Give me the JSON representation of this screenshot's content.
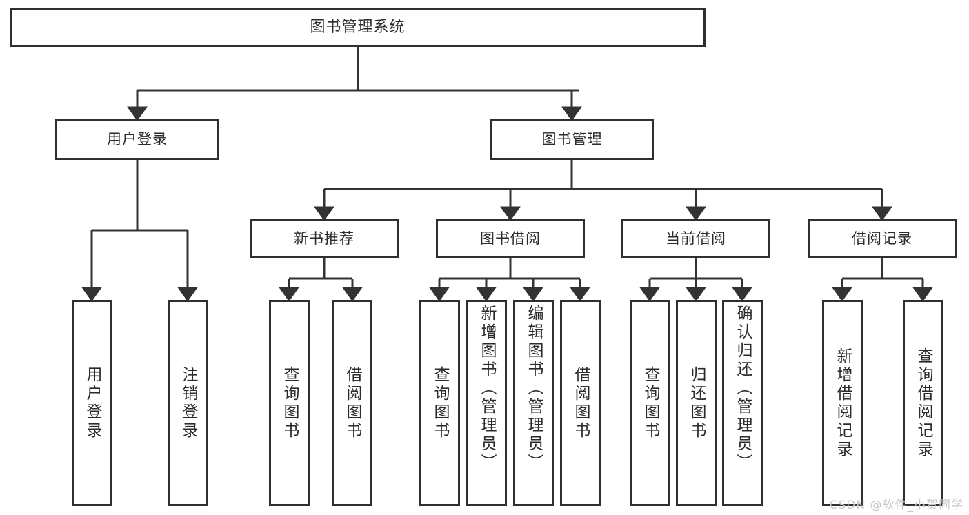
{
  "diagram": {
    "title": "图书管理系统",
    "type": "tree-hierarchy",
    "colors": {
      "box_border": "#2f2f2f",
      "box_fill": "#ffffff",
      "line": "#333333",
      "text": "#2b2b2b",
      "watermark": "#c8c8c8"
    },
    "root": {
      "label": "图书管理系统"
    },
    "level2": [
      {
        "label": "用户登录"
      },
      {
        "label": "图书管理"
      }
    ],
    "level3": [
      {
        "label": "新书推荐"
      },
      {
        "label": "图书借阅"
      },
      {
        "label": "当前借阅"
      },
      {
        "label": "借阅记录"
      }
    ],
    "leaves": [
      {
        "label": "用户登录",
        "parent": "用户登录"
      },
      {
        "label": "注销登录",
        "parent": "用户登录"
      },
      {
        "label": "查询图书",
        "parent": "新书推荐"
      },
      {
        "label": "借阅图书",
        "parent": "新书推荐"
      },
      {
        "label": "查询图书",
        "parent": "图书借阅"
      },
      {
        "label": "新增图书（管理员）",
        "parent": "图书借阅"
      },
      {
        "label": "编辑图书（管理员）",
        "parent": "图书借阅"
      },
      {
        "label": "借阅图书",
        "parent": "图书借阅"
      },
      {
        "label": "查询图书",
        "parent": "当前借阅"
      },
      {
        "label": "归还图书",
        "parent": "当前借阅"
      },
      {
        "label": "确认归还（管理员）",
        "parent": "当前借阅"
      },
      {
        "label": "新增借阅记录",
        "parent": "借阅记录"
      },
      {
        "label": "查询借阅记录",
        "parent": "借阅记录"
      }
    ],
    "watermark": "CSDN @软件_小贺同学"
  }
}
